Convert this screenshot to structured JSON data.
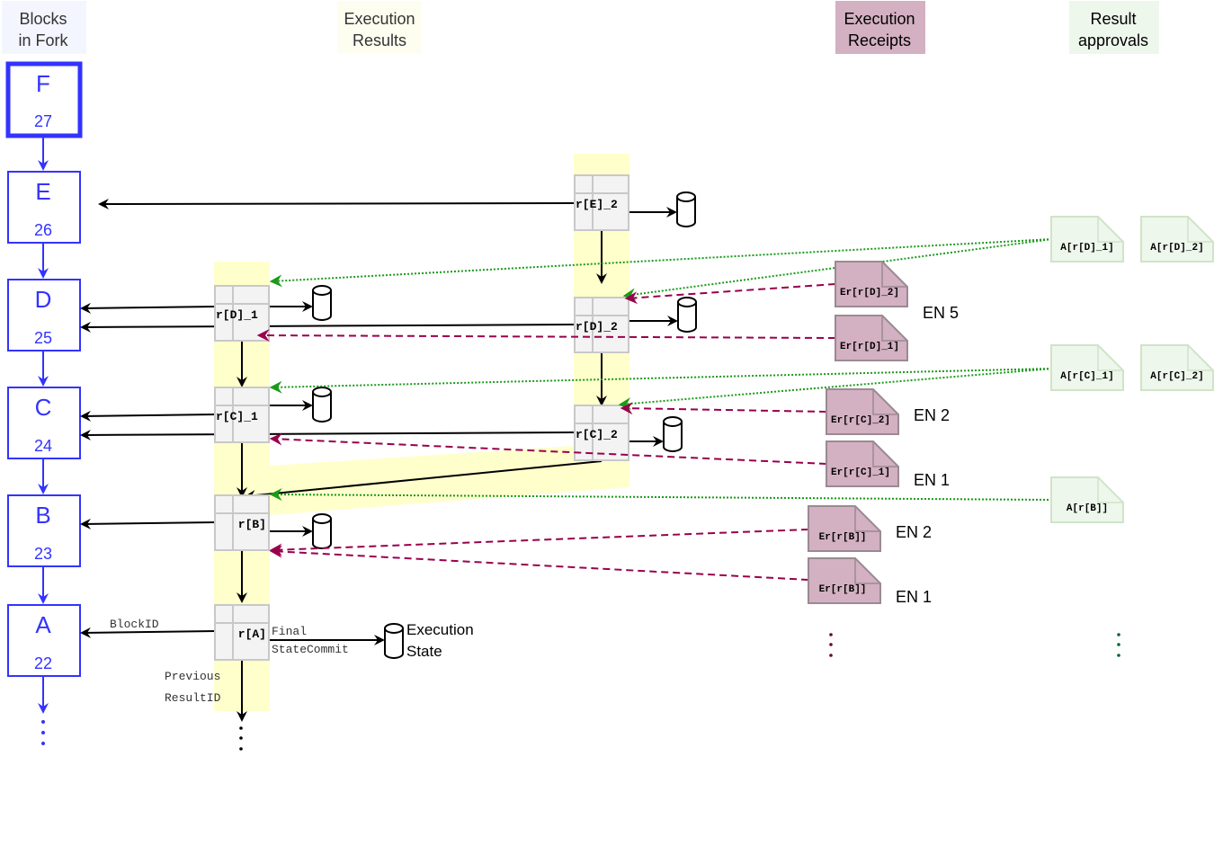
{
  "headers": {
    "blocks": [
      "Blocks",
      "in Fork"
    ],
    "results": [
      "Execution",
      "Results"
    ],
    "receipts": [
      "Execution",
      "Receipts"
    ],
    "approvals": [
      "Result",
      "approvals"
    ]
  },
  "colors": {
    "block": "#3333ff",
    "blocks_header_bg": "#f3f6fe",
    "results_header_bg": "#fefef0",
    "highlight": "#ffffcc",
    "receipts_bg": "#d3b0c2",
    "receipts_stroke": "#9a8a92",
    "approvals_bg": "#eef7ec",
    "approvals_stroke": "#cfe4c8",
    "result_cell_bg": "#f3f3f3",
    "result_cell_stroke": "#c8c8c8",
    "approval_arrow": "#1a9a1a",
    "receipt_arrow": "#99004d",
    "ellipsis_receipts": "#660033",
    "ellipsis_approvals": "#006633"
  },
  "blocks": [
    {
      "letter": "F",
      "height": "27",
      "head": true
    },
    {
      "letter": "E",
      "height": "26"
    },
    {
      "letter": "D",
      "height": "25"
    },
    {
      "letter": "C",
      "height": "24"
    },
    {
      "letter": "B",
      "height": "23"
    },
    {
      "letter": "A",
      "height": "22"
    }
  ],
  "results": {
    "rE_2": "r[E]_2",
    "rD_1": "r[D]_1",
    "rD_2": "r[D]_2",
    "rC_1": "r[C]_1",
    "rC_2": "r[C]_2",
    "rB": "r[B]",
    "rA": "r[A]"
  },
  "receipts": [
    {
      "id": "ErD2",
      "label": "Er[r[D]_2]"
    },
    {
      "id": "ErD1",
      "label": "Er[r[D]_1]"
    },
    {
      "id": "ErC2",
      "label": "Er[r[C]_2]"
    },
    {
      "id": "ErC1",
      "label": "Er[r[C]_1]"
    },
    {
      "id": "ErB2",
      "label": "Er[r[B]]"
    },
    {
      "id": "ErB1",
      "label": "Er[r[B]]"
    }
  ],
  "execution_nodes": {
    "en5": "EN 5",
    "en2_c": "EN 2",
    "en1_c": "EN 1",
    "en2_b": "EN 2",
    "en1_b": "EN 1"
  },
  "approvals": [
    {
      "id": "AD1",
      "label": "A[r[D]_1]"
    },
    {
      "id": "AD2",
      "label": "A[r[D]_2]"
    },
    {
      "id": "AC1",
      "label": "A[r[C]_1]"
    },
    {
      "id": "AC2",
      "label": "A[r[C]_2]"
    },
    {
      "id": "AB",
      "label": "A[r[B]]"
    }
  ],
  "annotations": {
    "block_id": "BlockID",
    "final": "Final",
    "state_commit": "StateCommit",
    "execution_state": [
      "Execution",
      "State"
    ],
    "previous": "Previous",
    "result_id": "ResultID"
  }
}
